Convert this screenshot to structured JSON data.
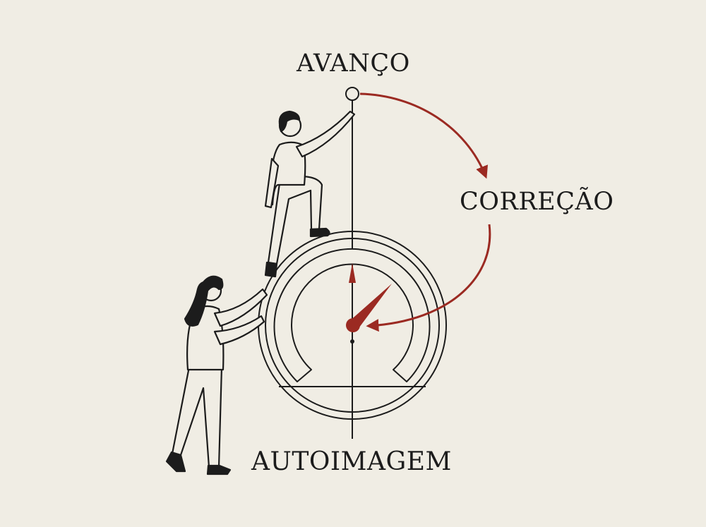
{
  "labels": {
    "top": "AVANÇO",
    "right": "CORREÇÃO",
    "bottom": "AUTOIMAGEM"
  },
  "colors": {
    "background": "#f0ede4",
    "ink": "#1c1c1c",
    "accent": "#9b2a22"
  }
}
